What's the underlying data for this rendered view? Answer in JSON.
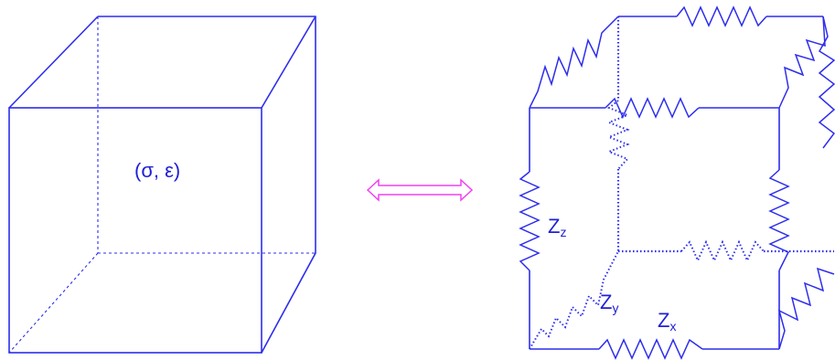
{
  "cube": {
    "label": "(σ, ε)"
  },
  "arrow": {
    "icon": "double-arrow-icon",
    "color": "#ee44ee"
  },
  "network": {
    "labels": {
      "z_z_main": "Z",
      "z_z_sub": "z",
      "z_y_main": "Z",
      "z_y_sub": "y",
      "z_x_main": "Z",
      "z_x_sub": "x"
    }
  },
  "colors": {
    "line": "#2d2ded",
    "text": "#2020d8",
    "arrow": "#ee44ee"
  }
}
